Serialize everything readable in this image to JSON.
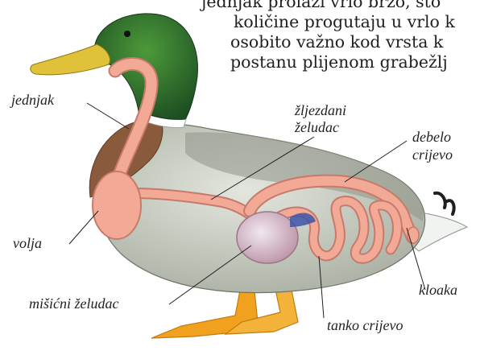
{
  "paragraph": {
    "lines": [
      "jednjak prolazi vrlo brzo, što",
      "količine progutaju u vrlo k",
      "osobito važno kod vrsta k",
      "postanu plijenom grabežlj"
    ]
  },
  "labels": {
    "esophagus": "jednjak",
    "glandular_stomach_1": "žljezdani",
    "glandular_stomach_2": "želudac",
    "large_intestine_1": "debelo",
    "large_intestine_2": "crijevo",
    "crop": "volja",
    "gizzard": "mišićni želudac",
    "cloaca": "kloaka",
    "small_intestine": "tanko crijevo"
  },
  "colors": {
    "duck_head": "#2f7a2c",
    "bill": "#e0c23a",
    "breast": "#8a5a3c",
    "body": "#c9cfc5",
    "gut": "#f2a996",
    "gizzard": "#c8a7b4",
    "feet": "#f0a21e",
    "text": "#231f20"
  }
}
